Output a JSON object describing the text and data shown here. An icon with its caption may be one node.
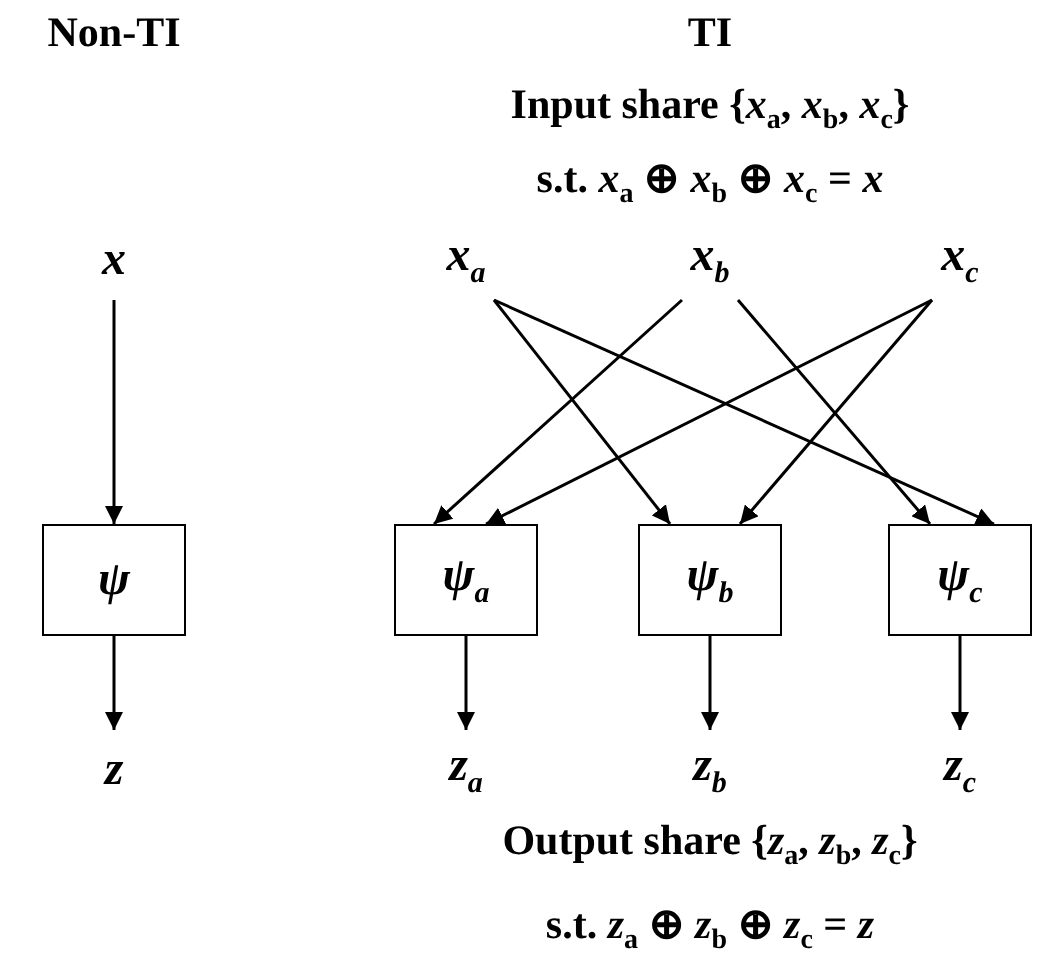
{
  "diagram": {
    "nodes": [
      {
        "text": [
          "x"
        ]
      },
      {
        "text": [
          "ψ"
        ]
      },
      {
        "text": [
          "z"
        ]
      },
      {
        "text": [
          "x$_{a}$"
        ]
      },
      {
        "text": [
          "x$_{b}$"
        ]
      },
      {
        "text": [
          "x$_{c}$"
        ]
      },
      {
        "text": [
          "ψ$_{a}$"
        ]
      },
      {
        "text": [
          "ψ$_{b}$"
        ]
      },
      {
        "text": [
          "ψ$_{c}$"
        ]
      },
      {
        "text": [
          "z$_{a}$"
        ]
      },
      {
        "text": [
          "z$_{b}$"
        ]
      },
      {
        "text": [
          "z$_{c}$"
        ]
      }
    ],
    "edges": [
      {
        "from": 0,
        "to": 1,
        "arrow": "to"
      },
      {
        "from": 1,
        "to": 2,
        "arrow": "to"
      },
      {
        "from": 3,
        "to": 7,
        "arrow": "to"
      },
      {
        "from": 3,
        "to": 8,
        "arrow": "to"
      },
      {
        "from": 4,
        "to": 6,
        "arrow": "to"
      },
      {
        "from": 4,
        "to": 8,
        "arrow": "to"
      },
      {
        "from": 5,
        "to": 6,
        "arrow": "to"
      },
      {
        "from": 5,
        "to": 7,
        "arrow": "to"
      },
      {
        "from": 6,
        "to": 9,
        "arrow": "to"
      },
      {
        "from": 7,
        "to": 10,
        "arrow": "to"
      },
      {
        "from": 8,
        "to": 11,
        "arrow": "to"
      }
    ],
    "labels": [
      "Non-TI",
      "TI",
      "Input share {*x*$_{a}$, *x*$_{b}$, *x*$_{c}$}",
      "s.t. *x*$_{a}$ ⊕ *x*$_{b}$ ⊕ *x*$_{c}$ = *x*",
      "Output share {*z*$_{a}$, *z*$_{b}$, *z*$_{c}$}",
      "s.t. *z*$_{a}$ ⊕ *z*$_{b}$ ⊕ *z*$_{c}$ = *z*"
    ]
  }
}
